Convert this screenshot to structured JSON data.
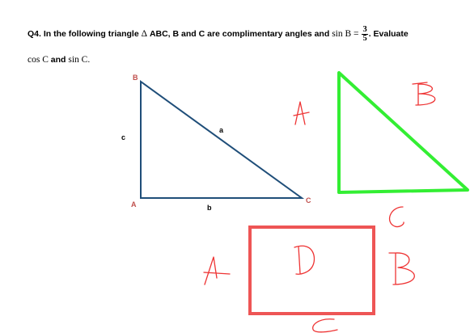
{
  "question": {
    "number": "Q4.",
    "text_before": "In the following triangle",
    "triangle_symbol": "Δ",
    "triangle_name": "ABC,",
    "text_middle": "B and C are complimentary angles and",
    "sin_expr": "sin B =",
    "fraction_numerator": "3",
    "fraction_denominator": "5",
    "text_after": ". Evaluate",
    "line2_cos": "cos C",
    "line2_and": "and",
    "line2_sin": "sin C.",
    "color": "#000000"
  },
  "triangle": {
    "stroke_color": "#1f4e79",
    "labels": {
      "vertex_b": "B",
      "vertex_a": "A",
      "vertex_c": "C",
      "side_a": "a",
      "side_b": "b",
      "side_c": "c"
    },
    "label_colors": {
      "vertex": "#c0504d",
      "side": "#000000"
    }
  },
  "annotations": {
    "green_triangle_color": "#33ee33",
    "red_rectangle_color": "#ee5555",
    "ink_color": "#ee3333",
    "handwritten_marks": [
      "A",
      "B",
      "C",
      "D",
      "A",
      "B",
      "C"
    ]
  }
}
